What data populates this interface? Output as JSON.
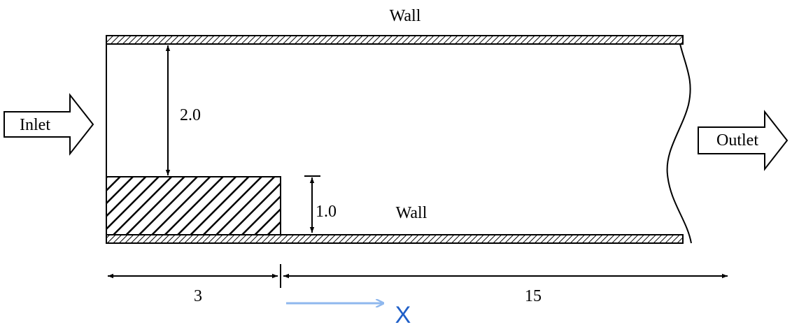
{
  "labels": {
    "wall_top": "Wall",
    "wall_bottom": "Wall",
    "inlet": "Inlet",
    "outlet": "Outlet",
    "height_upper": "2.0",
    "step_height": "1.0",
    "step_length": "3",
    "downstream_length": "15",
    "x_axis": "X"
  },
  "colors": {
    "line": "#000000",
    "x_axis": "#1f5fc8",
    "x_arrow": "#8fb8ee"
  }
}
